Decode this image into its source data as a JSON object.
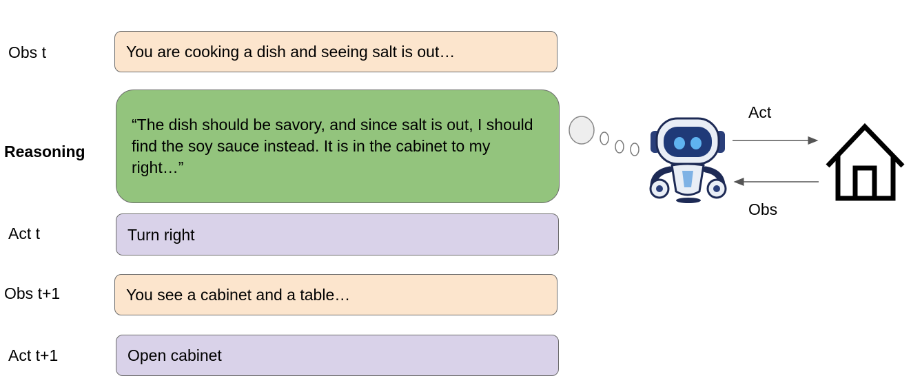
{
  "rows": [
    {
      "label": "Obs t",
      "text": "You are cooking a dish and seeing salt is out…",
      "kind": "obs"
    },
    {
      "label": "Reasoning",
      "text": "“The dish should be savory, and since salt is out, I should find the soy sauce instead. It is in the cabinet to my right…”",
      "kind": "reason"
    },
    {
      "label": "Act t",
      "text": "Turn right",
      "kind": "act"
    },
    {
      "label": "Obs t+1",
      "text": "You see a cabinet and a table…",
      "kind": "obs"
    },
    {
      "label": "Act t+1",
      "text": "Open cabinet",
      "kind": "act"
    }
  ],
  "agent": {
    "act_label": "Act",
    "obs_label": "Obs",
    "icons": [
      "thought-bubble-icon",
      "robot-icon",
      "house-icon"
    ]
  },
  "colors": {
    "obs": "#fce5cd",
    "act": "#d9d2e9",
    "reasoning": "#93c47d",
    "border": "#6b6b6b"
  }
}
